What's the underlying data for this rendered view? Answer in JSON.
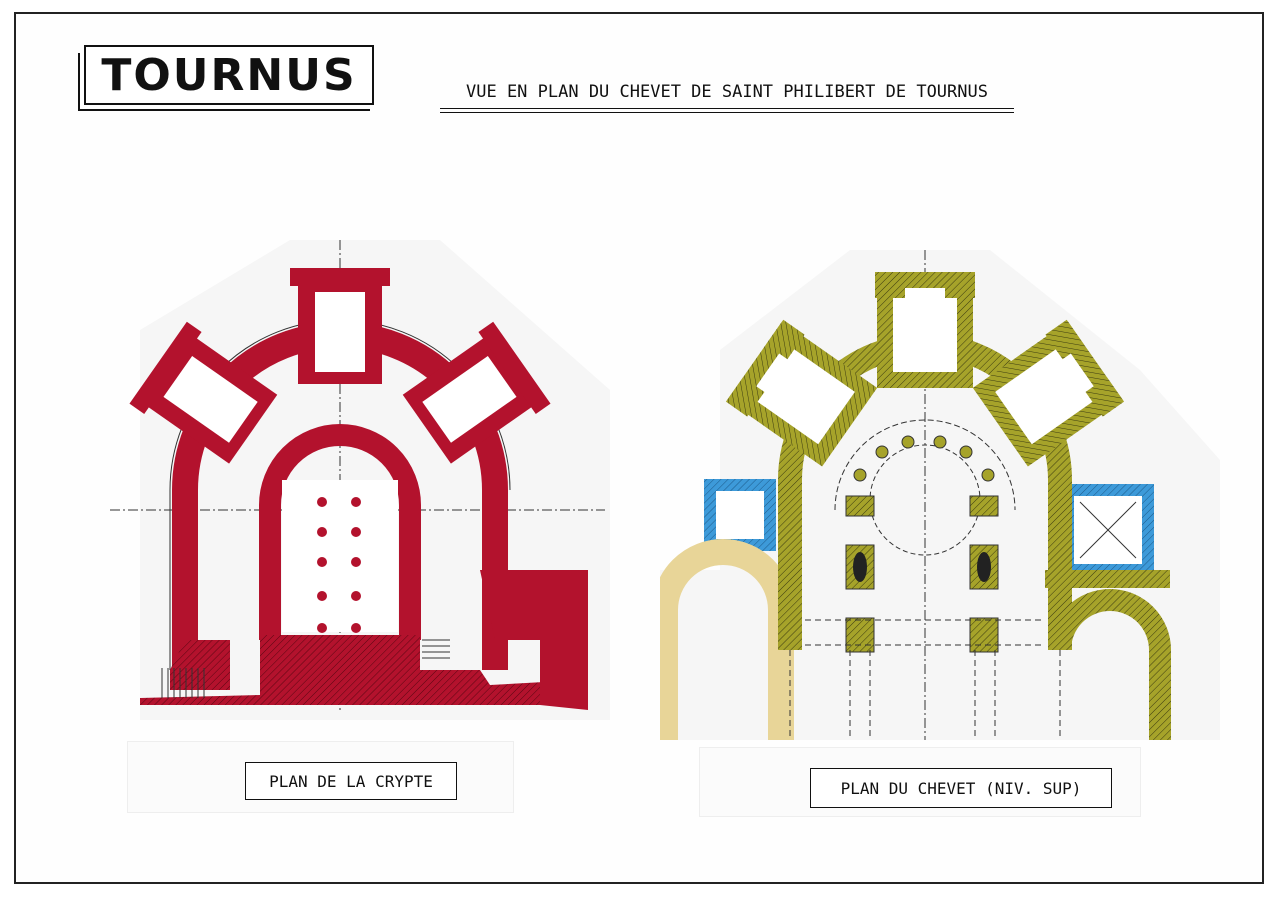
{
  "title": "TOURNUS",
  "subtitle": "VUE EN PLAN DU CHEVET DE SAINT PHILIBERT DE TOURNUS",
  "plans": [
    {
      "label": "PLAN DE LA CRYPTE",
      "color": "#b3122d"
    },
    {
      "label": "PLAN DU CHEVET (NIV. SUP)",
      "color": "#a6a32a",
      "accent_blue": "#3d9ad9",
      "accent_beige": "#e8d598"
    }
  ]
}
